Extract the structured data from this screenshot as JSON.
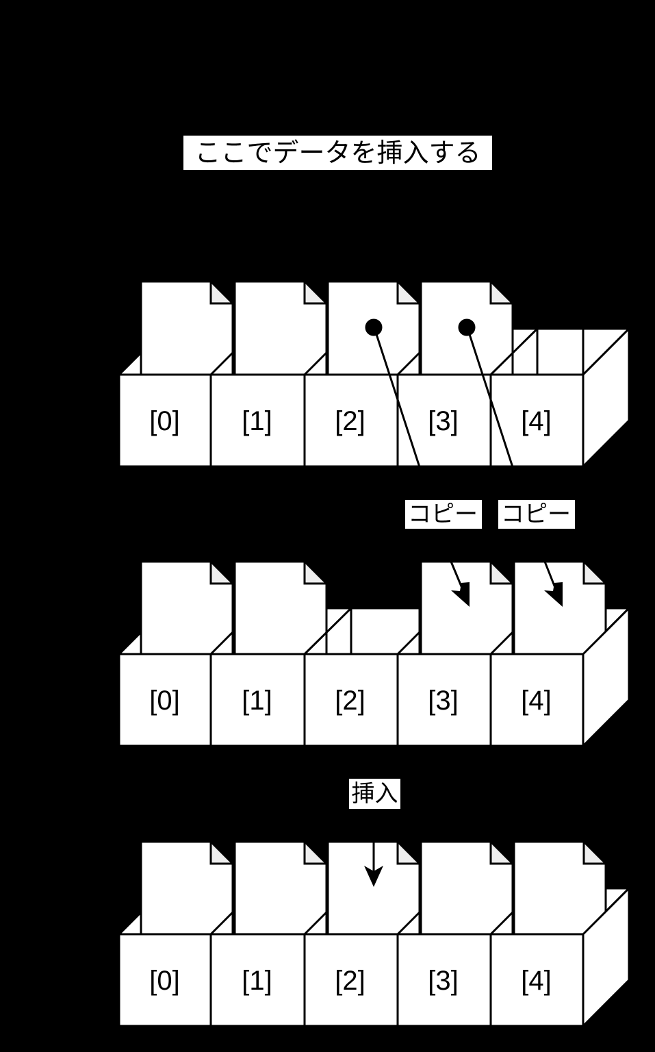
{
  "title_label": "ここでデータを挿入する",
  "copy_labels": [
    "コピー",
    "コピー"
  ],
  "insert_label": "挿入",
  "rows": [
    {
      "name": "before-copy",
      "indices": [
        "[0]",
        "[1]",
        "[2]",
        "[3]",
        "[4]"
      ],
      "documents": [
        true,
        true,
        true,
        true,
        false
      ],
      "copy_source_slots": [
        2,
        3
      ]
    },
    {
      "name": "after-copy",
      "indices": [
        "[0]",
        "[1]",
        "[2]",
        "[3]",
        "[4]"
      ],
      "documents": [
        true,
        true,
        false,
        true,
        true
      ],
      "copy_target_slots": [
        3,
        4
      ]
    },
    {
      "name": "after-insert",
      "indices": [
        "[0]",
        "[1]",
        "[2]",
        "[3]",
        "[4]"
      ],
      "documents": [
        true,
        true,
        true,
        true,
        true
      ],
      "insert_slot": 2
    }
  ],
  "colors": {
    "background": "#000000",
    "box_fill": "#ffffff",
    "stroke": "#000000",
    "doc_fold": "#eeeeee"
  }
}
